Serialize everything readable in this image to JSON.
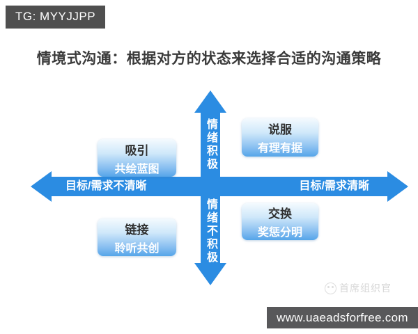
{
  "badge": {
    "text": "TG: MYYJJPP"
  },
  "title": "情境式沟通：根据对方的状态来选择合适的沟通策略",
  "matrix": {
    "axis": {
      "up_label": "情绪积极",
      "down_label": "情绪不积极",
      "left_label": "目标/需求不清晰",
      "right_label": "目标/需求清晰"
    },
    "quadrants": [
      {
        "position": "top-left",
        "title": "吸引",
        "subtitle": "共绘蓝图"
      },
      {
        "position": "top-right",
        "title": "说服",
        "subtitle": "有理有据"
      },
      {
        "position": "bottom-left",
        "title": "链接",
        "subtitle": "聆听共创"
      },
      {
        "position": "bottom-right",
        "title": "交换",
        "subtitle": "奖惩分明"
      }
    ]
  },
  "watermark": {
    "text": "首席组织官"
  },
  "footer": {
    "url": "www.uaeadsforfree.com"
  },
  "colors": {
    "arrow_blue": "#2b8ce2",
    "box_gradient_top": "#f4fafe",
    "box_gradient_bottom": "#55a5e9",
    "badge_bg": "#4f4f4f",
    "footer_bg": "#58585a",
    "title_text": "#3a3a3a",
    "watermark_text": "#d6d6d6"
  }
}
